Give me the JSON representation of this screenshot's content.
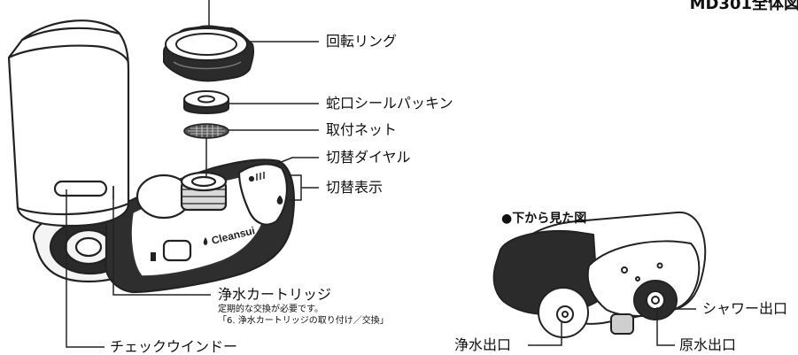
{
  "header": {
    "model_title": "MD301全体図"
  },
  "labels": {
    "rotation_ring": "回転リング",
    "faucet_seal": "蛇口シールパッキン",
    "mesh": "取付ネット",
    "switch_dial": "切替ダイヤル",
    "switch_indicator": "切替表示",
    "cartridge": "浄水カートリッジ",
    "cartridge_note1": "定期的な交換が必要です。",
    "cartridge_note2": "「6. 浄水カートリッジの取り付け／交換」",
    "check_window": "チェックウインドー"
  },
  "bottom_view": {
    "title": "●下から見た図",
    "shower_outlet": "シャワー出口",
    "filtered_outlet": "浄水出口",
    "raw_outlet": "原水出口"
  },
  "brand": {
    "logo_text": "Cleansui"
  }
}
